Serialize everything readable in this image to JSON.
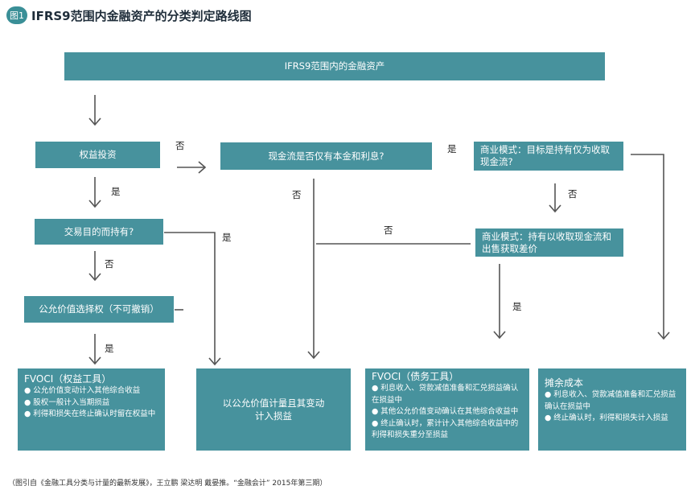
{
  "figure": {
    "badge": "图1",
    "title": "IFRS9范围内金融资产的分类判定路线图"
  },
  "nodes": {
    "top": "IFRS9范围内的金融资产",
    "equity": "权益投资",
    "trading": "交易目的而持有?",
    "fv_option": "公允价值选择权（不可撤销）",
    "cashflow": "现金流是否仅有本金和利息?",
    "biz_hold": "商业模式：目标是持有仅为收取现金流?",
    "biz_hold_sell": "商业模式：持有以收取现金流和出售获取差价"
  },
  "results": {
    "fvoci_equity": {
      "title": "FVOCI（权益工具）",
      "items": [
        "● 公允价值变动计入其他综合收益",
        "● 股权一般计入当期损益",
        "● 利得和损失在终止确认时留在权益中"
      ]
    },
    "fvtpl": "以公允价值计量且其变动计入损益",
    "fvoci_debt": {
      "title": "FVOCI（债务工具）",
      "items": [
        "● 利息收入、贷款减值准备和汇兑损益确认在损益中",
        "● 其他公允价值变动确认在其他综合收益中",
        "● 终止确认时，累计计入其他综合收益中的利得和损失重分至损益"
      ]
    },
    "amortized": {
      "title": "摊余成本",
      "items": [
        "● 利息收入、贷款减值准备和汇兑损益确认在损益中",
        "● 终止确认时，利得和损失计入损益"
      ]
    }
  },
  "labels": {
    "equity_no": "否",
    "equity_yes": "是",
    "trading_no": "否",
    "trading_yes": "是",
    "fvopt_yes": "是",
    "cash_no": "否",
    "cash_yes": "是",
    "biz_no": "否",
    "biz2_no": "否",
    "biz2_yes": "是"
  },
  "source": "（图引自《金融工具分类与计量的最新发展》，王立鹏 梁达明 戴晏推。“金融会计” 2015年第三期）",
  "colors": {
    "box": "#47929d",
    "badge": "#3a8f97",
    "line": "#555555"
  }
}
